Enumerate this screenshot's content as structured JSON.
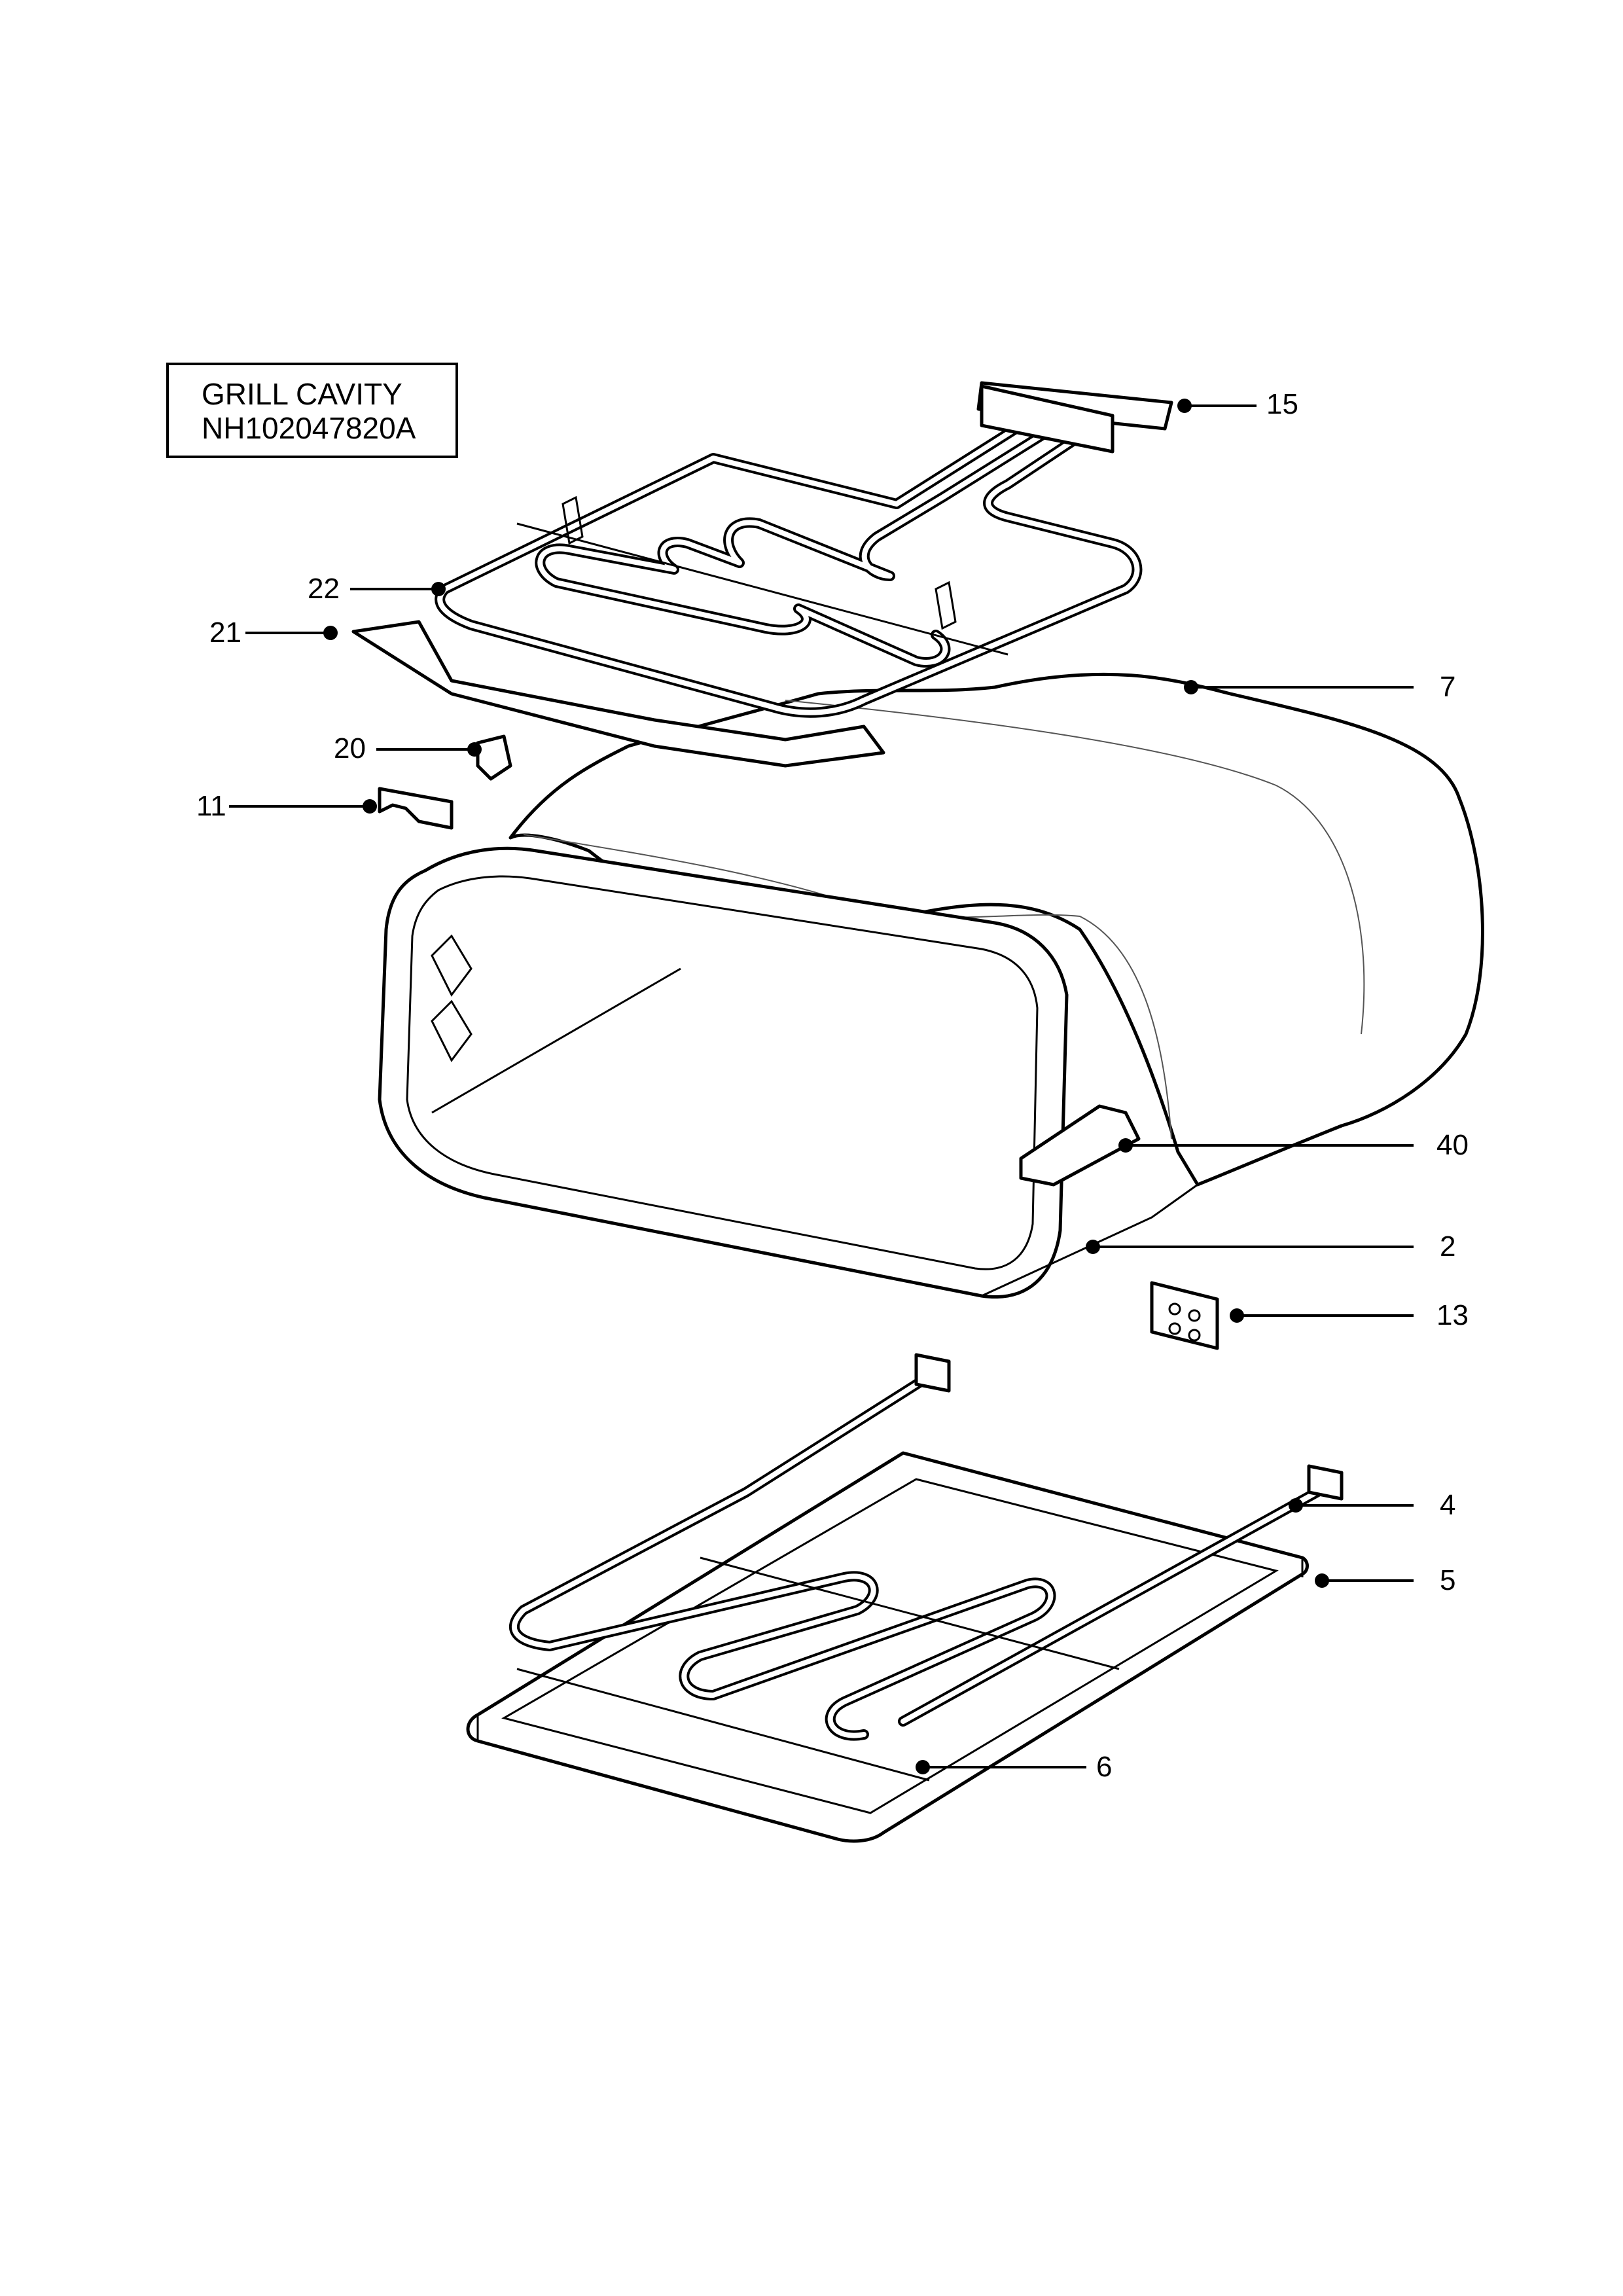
{
  "diagram": {
    "title_line1": "GRILL CAVITY",
    "title_line2": "NH102047820A",
    "callouts": [
      {
        "id": "15",
        "label": "15"
      },
      {
        "id": "22",
        "label": "22"
      },
      {
        "id": "21",
        "label": "21"
      },
      {
        "id": "7",
        "label": "7"
      },
      {
        "id": "20",
        "label": "20"
      },
      {
        "id": "11",
        "label": "11"
      },
      {
        "id": "40",
        "label": "40"
      },
      {
        "id": "2",
        "label": "2"
      },
      {
        "id": "13",
        "label": "13"
      },
      {
        "id": "4",
        "label": "4"
      },
      {
        "id": "5",
        "label": "5"
      },
      {
        "id": "6",
        "label": "6"
      }
    ]
  }
}
